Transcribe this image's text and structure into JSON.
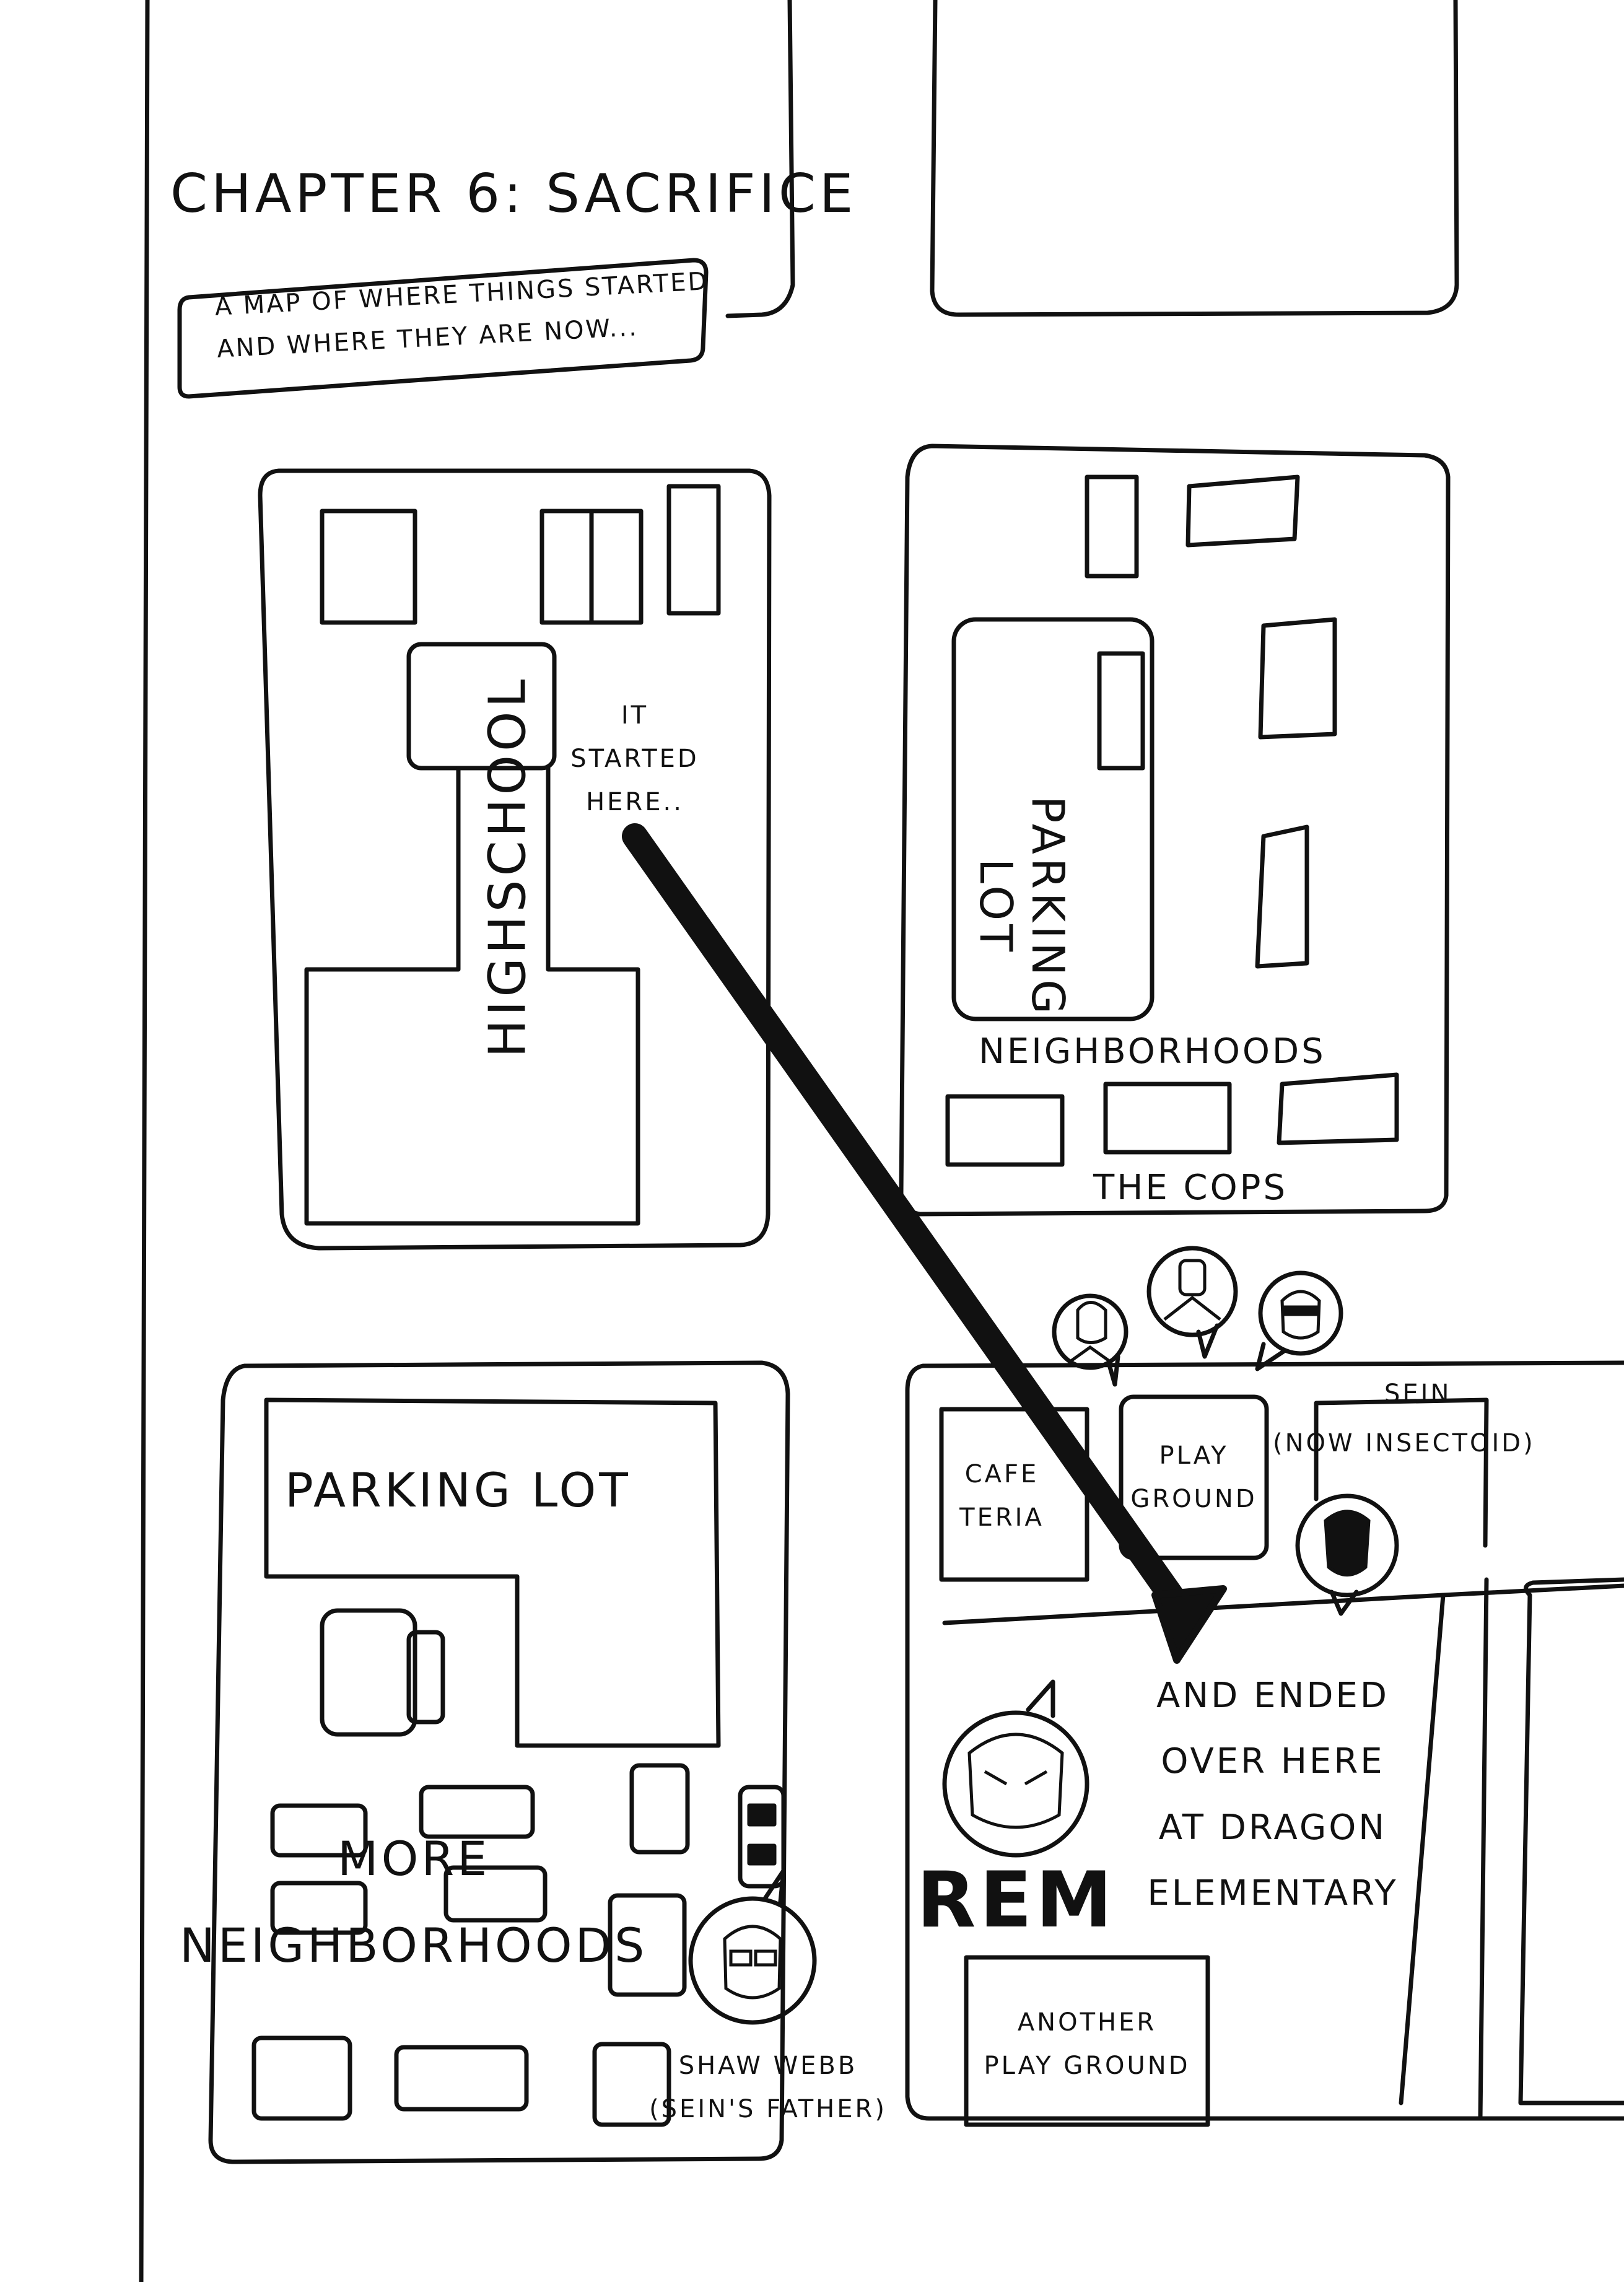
{
  "chapter": {
    "title": "CHAPTER 6: SACRIFICE",
    "caption_line1": "A MAP OF WHERE THINGS STARTED",
    "caption_line2": "AND WHERE THEY ARE NOW..."
  },
  "map": {
    "highschool": "HIGHSCHOOL",
    "start_note_line1": "IT",
    "start_note_line2": "STARTED",
    "start_note_line3": "HERE..",
    "parking_lot_top": "PARKING LOT",
    "neighborhoods": "NEIGHBORHOODS",
    "the_cops": "THE COPS",
    "parking_lot_bottom": "PARKING LOT",
    "more_neighborhoods_line1": "MORE",
    "more_neighborhoods_line2": "NEIGHBORHOODS",
    "cafeteria_line1": "CAFE",
    "cafeteria_line2": "TERIA",
    "playground_line1": "PLAY",
    "playground_line2": "GROUND",
    "sein_name": "SEIN",
    "sein_status": "(NOW INSECTOID)",
    "end_note_line1": "AND ENDED",
    "end_note_line2": "OVER HERE",
    "end_note_line3": "AT DRAGON",
    "end_note_line4": "ELEMENTARY",
    "rem": "REM",
    "another_playground_line1": "ANOTHER",
    "another_playground_line2": "PLAY GROUND",
    "shaw_name": "SHAW WEBB",
    "shaw_relation": "(SEIN'S FATHER)"
  },
  "icons": {
    "arrow": "arrow-icon",
    "person_portrait": "person-portrait-icon",
    "cop_helmet": "cop-helmet-icon",
    "cop_sunglasses": "cop-sunglasses-icon",
    "sein_mask": "insect-mask-icon",
    "rem_dragon": "dragon-face-icon",
    "shaw_glasses": "glasses-man-icon"
  },
  "colors": {
    "ink": "#111111",
    "paper": "#ffffff"
  }
}
